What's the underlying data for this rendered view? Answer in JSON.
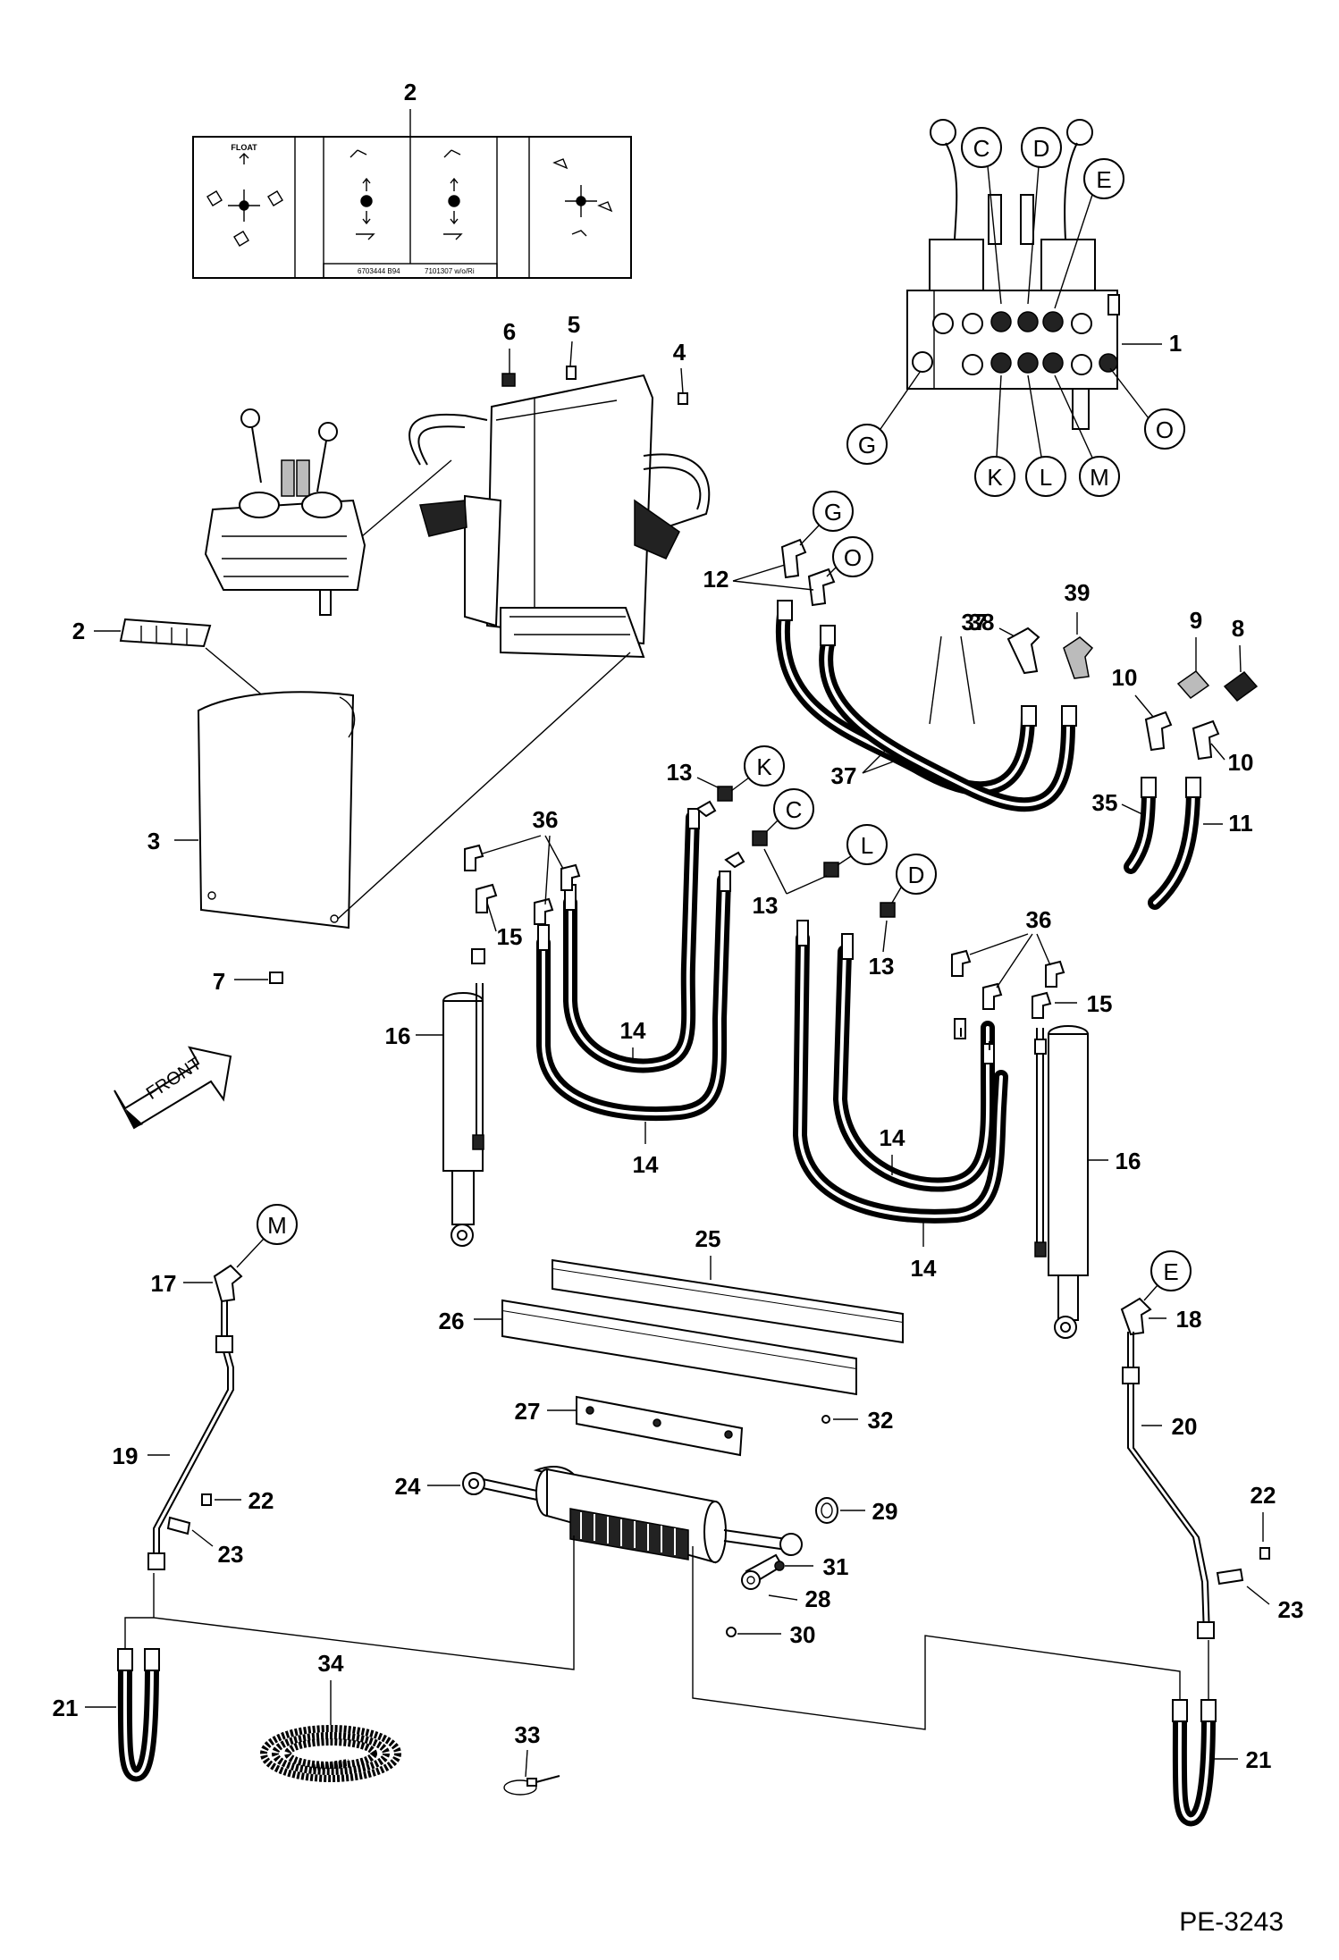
{
  "drawing_id": "PE-3243",
  "front_label": "FRONT",
  "decal": {
    "float_label": "FLOAT",
    "fine_print_left": "6703444 B94",
    "fine_print_right": "7101307 w/o/Ri"
  },
  "callouts": {
    "n1": "1",
    "n2a": "2",
    "n2b": "2",
    "n3": "3",
    "n4": "4",
    "n5": "5",
    "n6": "6",
    "n7": "7",
    "n8": "8",
    "n9": "9",
    "n10a": "10",
    "n10b": "10",
    "n11": "11",
    "n12": "12",
    "n13a": "13",
    "n13b": "13",
    "n13c": "13",
    "n14a": "14",
    "n14b": "14",
    "n14c": "14",
    "n14d": "14",
    "n15a": "15",
    "n15b": "15",
    "n16a": "16",
    "n16b": "16",
    "n17": "17",
    "n18": "18",
    "n19": "19",
    "n20": "20",
    "n21a": "21",
    "n21b": "21",
    "n22a": "22",
    "n22b": "22",
    "n23a": "23",
    "n23b": "23",
    "n24": "24",
    "n25": "25",
    "n26": "26",
    "n27": "27",
    "n28": "28",
    "n29": "29",
    "n30": "30",
    "n31": "31",
    "n32": "32",
    "n33": "33",
    "n34": "34",
    "n35": "35",
    "n36a": "36",
    "n36b": "36",
    "n37a": "37",
    "n37b": "37",
    "n38": "38",
    "n39": "39"
  },
  "port_refs": {
    "valve_C": "C",
    "valve_D": "D",
    "valve_E": "E",
    "valve_G": "G",
    "valve_K": "K",
    "valve_L": "L",
    "valve_M": "M",
    "valve_O": "O",
    "hose_G": "G",
    "hose_O": "O",
    "hose_K": "K",
    "hose_C": "C",
    "hose_L": "L",
    "hose_D": "D",
    "hose_M": "M",
    "hose_E": "E"
  }
}
